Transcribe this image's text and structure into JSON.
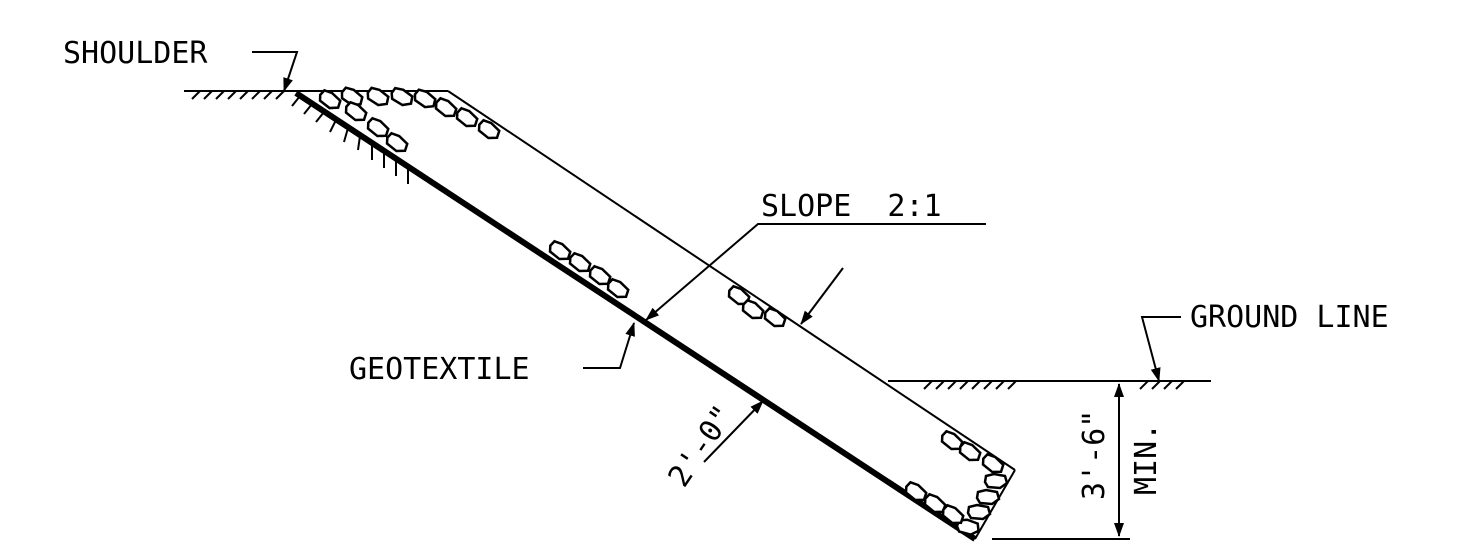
{
  "labels": {
    "shoulder": "SHOULDER",
    "slope": "SLOPE  2:1",
    "ground_line": "GROUND LINE",
    "geotextile": "GEOTEXTILE",
    "thickness": "2'-0\"",
    "toe_depth": "3'-6\"",
    "toe_depth_note": "MIN."
  },
  "colors": {
    "ink": "#000000",
    "background": "#ffffff"
  }
}
